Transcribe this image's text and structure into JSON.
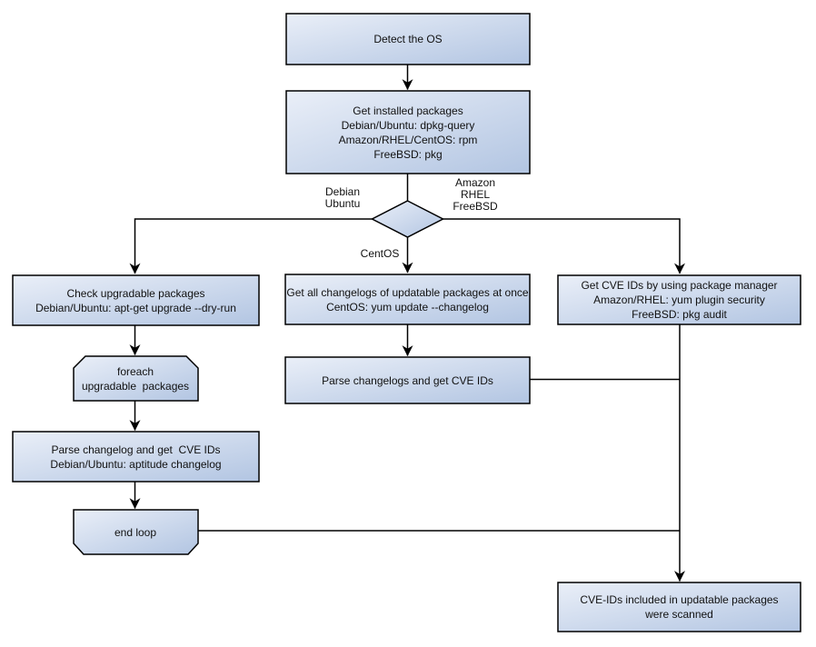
{
  "colors": {
    "background": "#ffffff",
    "node_fill_light": "#eaeff8",
    "node_fill_dark": "#b2c5e2",
    "node_border": "#000000",
    "connector": "#000000",
    "text": "#111111"
  },
  "nodes": {
    "detect_os": {
      "type": "process",
      "text": "Detect the OS"
    },
    "get_installed_packages": {
      "type": "process",
      "text": "Get installed packages\nDebian/Ubuntu: dpkg-query\nAmazon/RHEL/CentOS: rpm\nFreeBSD: pkg"
    },
    "os_decision": {
      "type": "decision",
      "text": ""
    },
    "check_upgradable": {
      "type": "process",
      "text": "Check upgradable packages\nDebian/Ubuntu: apt-get upgrade --dry-run"
    },
    "foreach_loop_start": {
      "type": "loop-start",
      "text": "foreach\nupgradable  packages"
    },
    "parse_changelog_debian": {
      "type": "process",
      "text": "Parse changelog and get  CVE IDs\nDebian/Ubuntu: aptitude changelog"
    },
    "end_loop": {
      "type": "loop-end",
      "text": "end loop"
    },
    "get_all_changelogs": {
      "type": "process",
      "text": "Get all changelogs of updatable packages at once\nCentOS: yum update --changelog"
    },
    "parse_changelogs_centos": {
      "type": "process",
      "text": "Parse changelogs and get CVE IDs"
    },
    "get_cve_ids_pkg_manager": {
      "type": "process",
      "text": "Get CVE IDs by using package manager\nAmazon/RHEL: yum plugin security\nFreeBSD: pkg audit"
    },
    "scan_result": {
      "type": "process",
      "text": "CVE-IDs included in updatable packages\nwere scanned"
    }
  },
  "edge_labels": {
    "debian_ubuntu": "Debian\nUbuntu",
    "amazon_rhel_freebsd": "Amazon\nRHEL\nFreeBSD",
    "centos": "CentOS"
  }
}
